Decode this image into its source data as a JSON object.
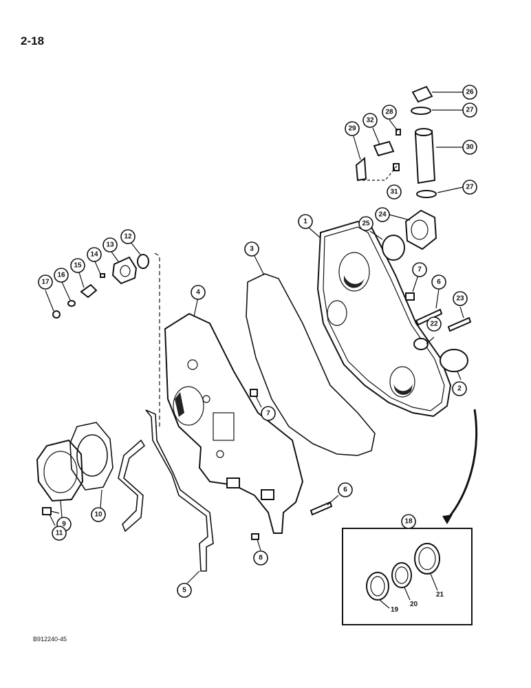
{
  "page_number": "2-18",
  "figure_code": "B912240-45",
  "callouts": {
    "c1": "1",
    "c2": "2",
    "c3": "3",
    "c4": "4",
    "c5": "5",
    "c6a": "6",
    "c6b": "6",
    "c7a": "7",
    "c7b": "7",
    "c8": "8",
    "c9": "9",
    "c10": "10",
    "c11": "11",
    "c12": "12",
    "c13": "13",
    "c14": "14",
    "c15": "15",
    "c16": "16",
    "c17": "17",
    "c18": "18",
    "c22": "22",
    "c23": "23",
    "c24": "24",
    "c25": "25",
    "c26": "26",
    "c27a": "27",
    "c27b": "27",
    "c28": "28",
    "c29": "29",
    "c30": "30",
    "c31": "31",
    "c32": "32"
  },
  "inset_labels": {
    "l19": "19",
    "l20": "20",
    "l21": "21"
  }
}
